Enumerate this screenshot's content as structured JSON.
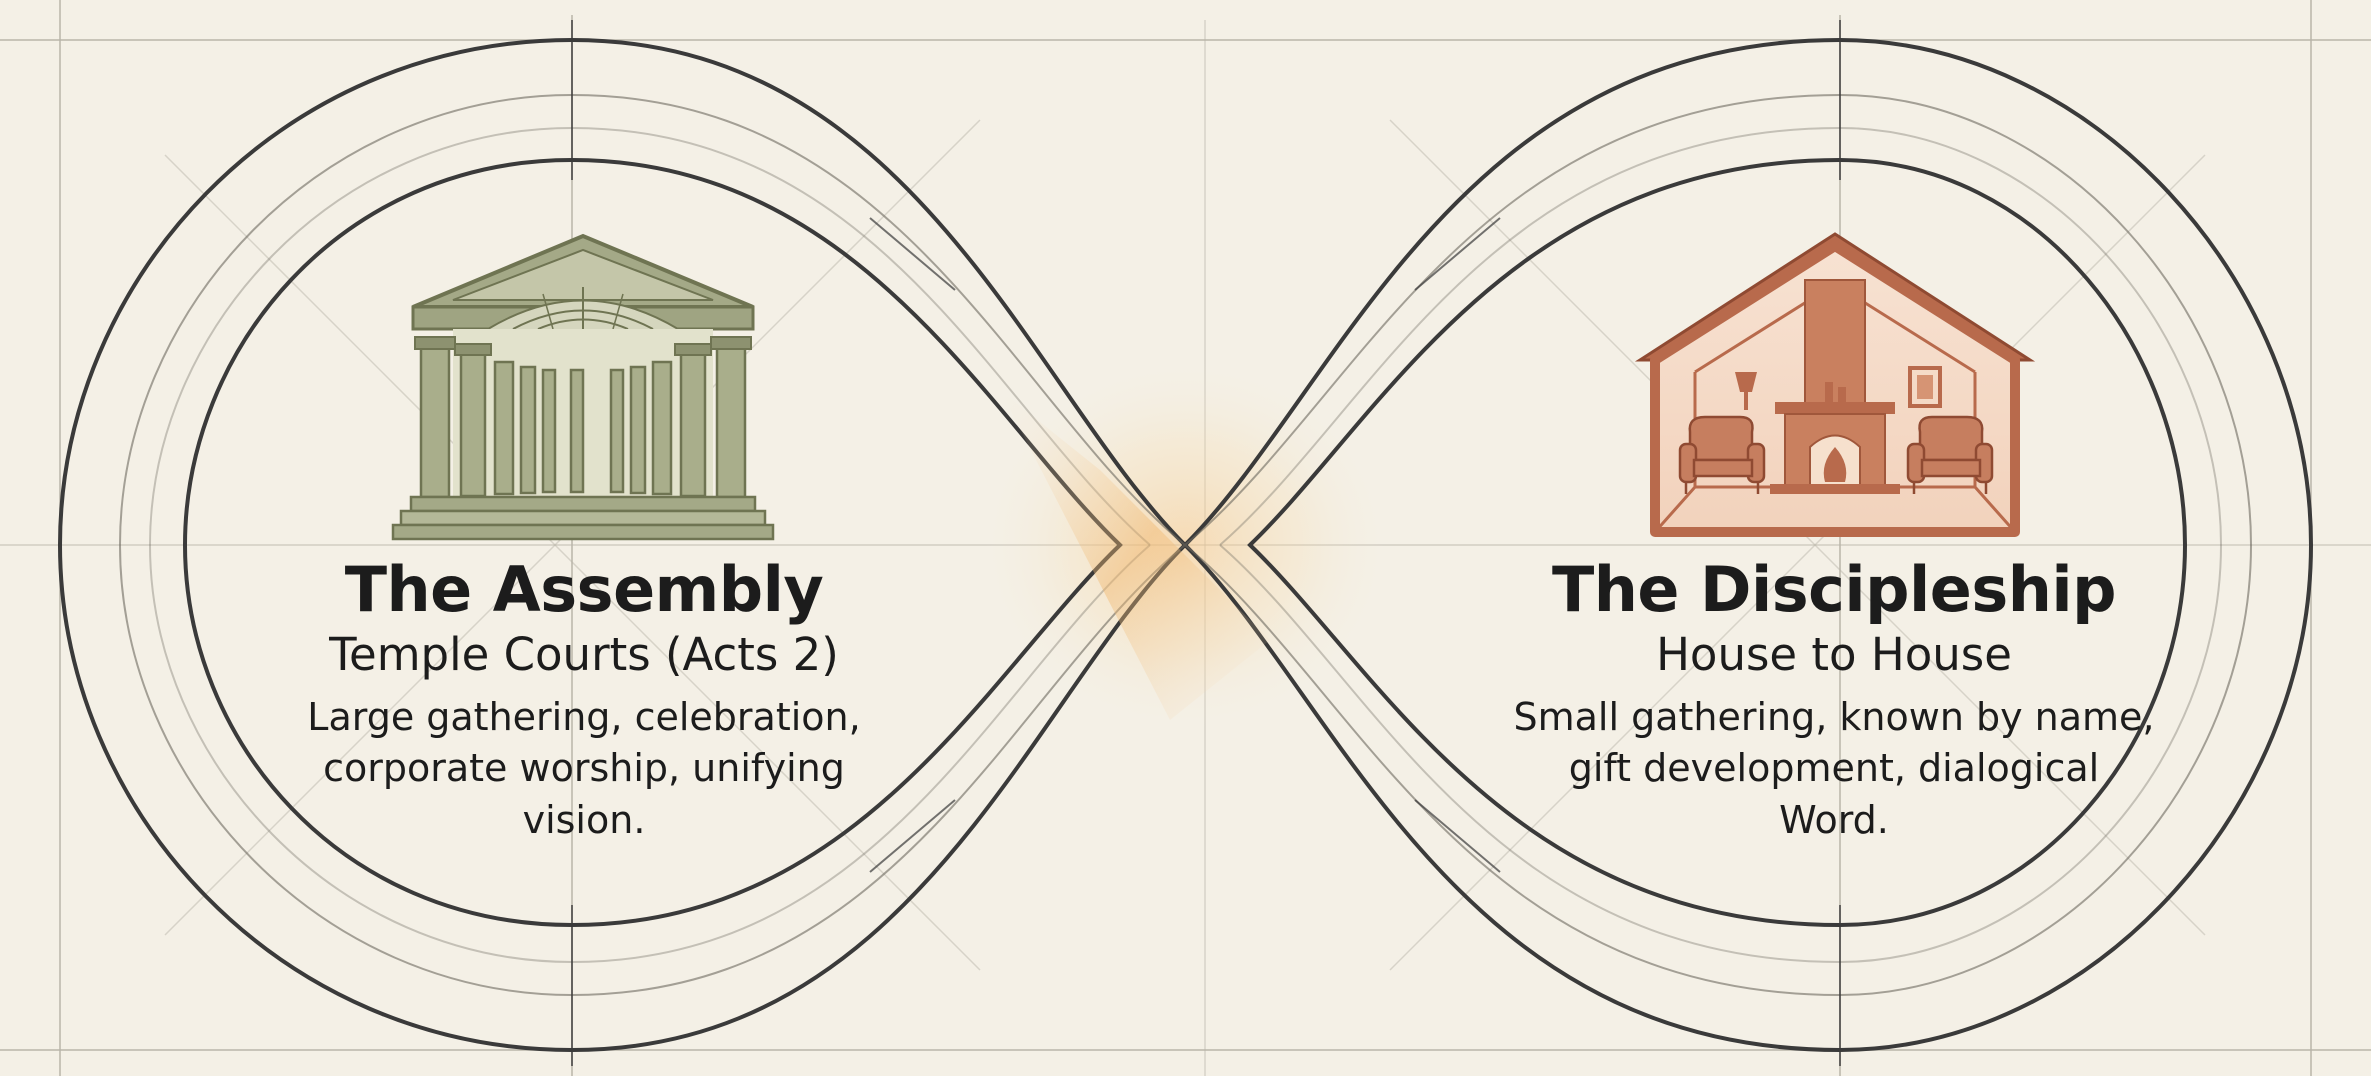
{
  "assembly": {
    "title": "The Assembly",
    "subtitle": "Temple Courts (Acts 2)",
    "description": "Large gathering, celebration, corporate worship, unifying vision.",
    "icon": "temple-icon",
    "color": "#8a906a"
  },
  "discipleship": {
    "title": "The Discipleship",
    "subtitle": "House to House",
    "description": "Small gathering, known by name, gift development, dialogical Word.",
    "icon": "house-icon",
    "color": "#b86a4c"
  },
  "colors": {
    "background": "#f4f0e6",
    "outline": "#3a3a3a",
    "glow": "#f2b76b"
  }
}
